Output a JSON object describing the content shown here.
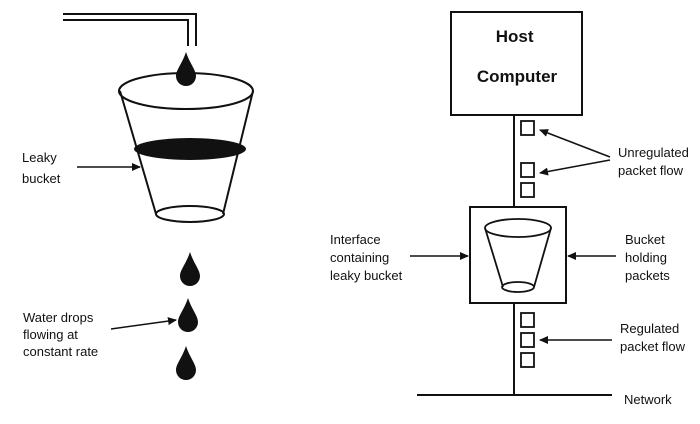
{
  "left_diagram": {
    "leaky_bucket_label": [
      "Leaky",
      "bucket"
    ],
    "water_drops_label": [
      "Water drops",
      "flowing at",
      "constant rate"
    ]
  },
  "right_diagram": {
    "host_label": [
      "Host",
      "Computer"
    ],
    "unregulated_label": [
      "Unregulated",
      "packet flow"
    ],
    "interface_label": [
      "Interface",
      "containing",
      "leaky bucket"
    ],
    "bucket_holding_label": [
      "Bucket",
      "holding",
      "packets"
    ],
    "regulated_label": [
      "Regulated",
      "packet flow"
    ],
    "network_label": "Network"
  },
  "colors": {
    "ink": "#111111",
    "water": "#111111",
    "background": "#ffffff"
  }
}
